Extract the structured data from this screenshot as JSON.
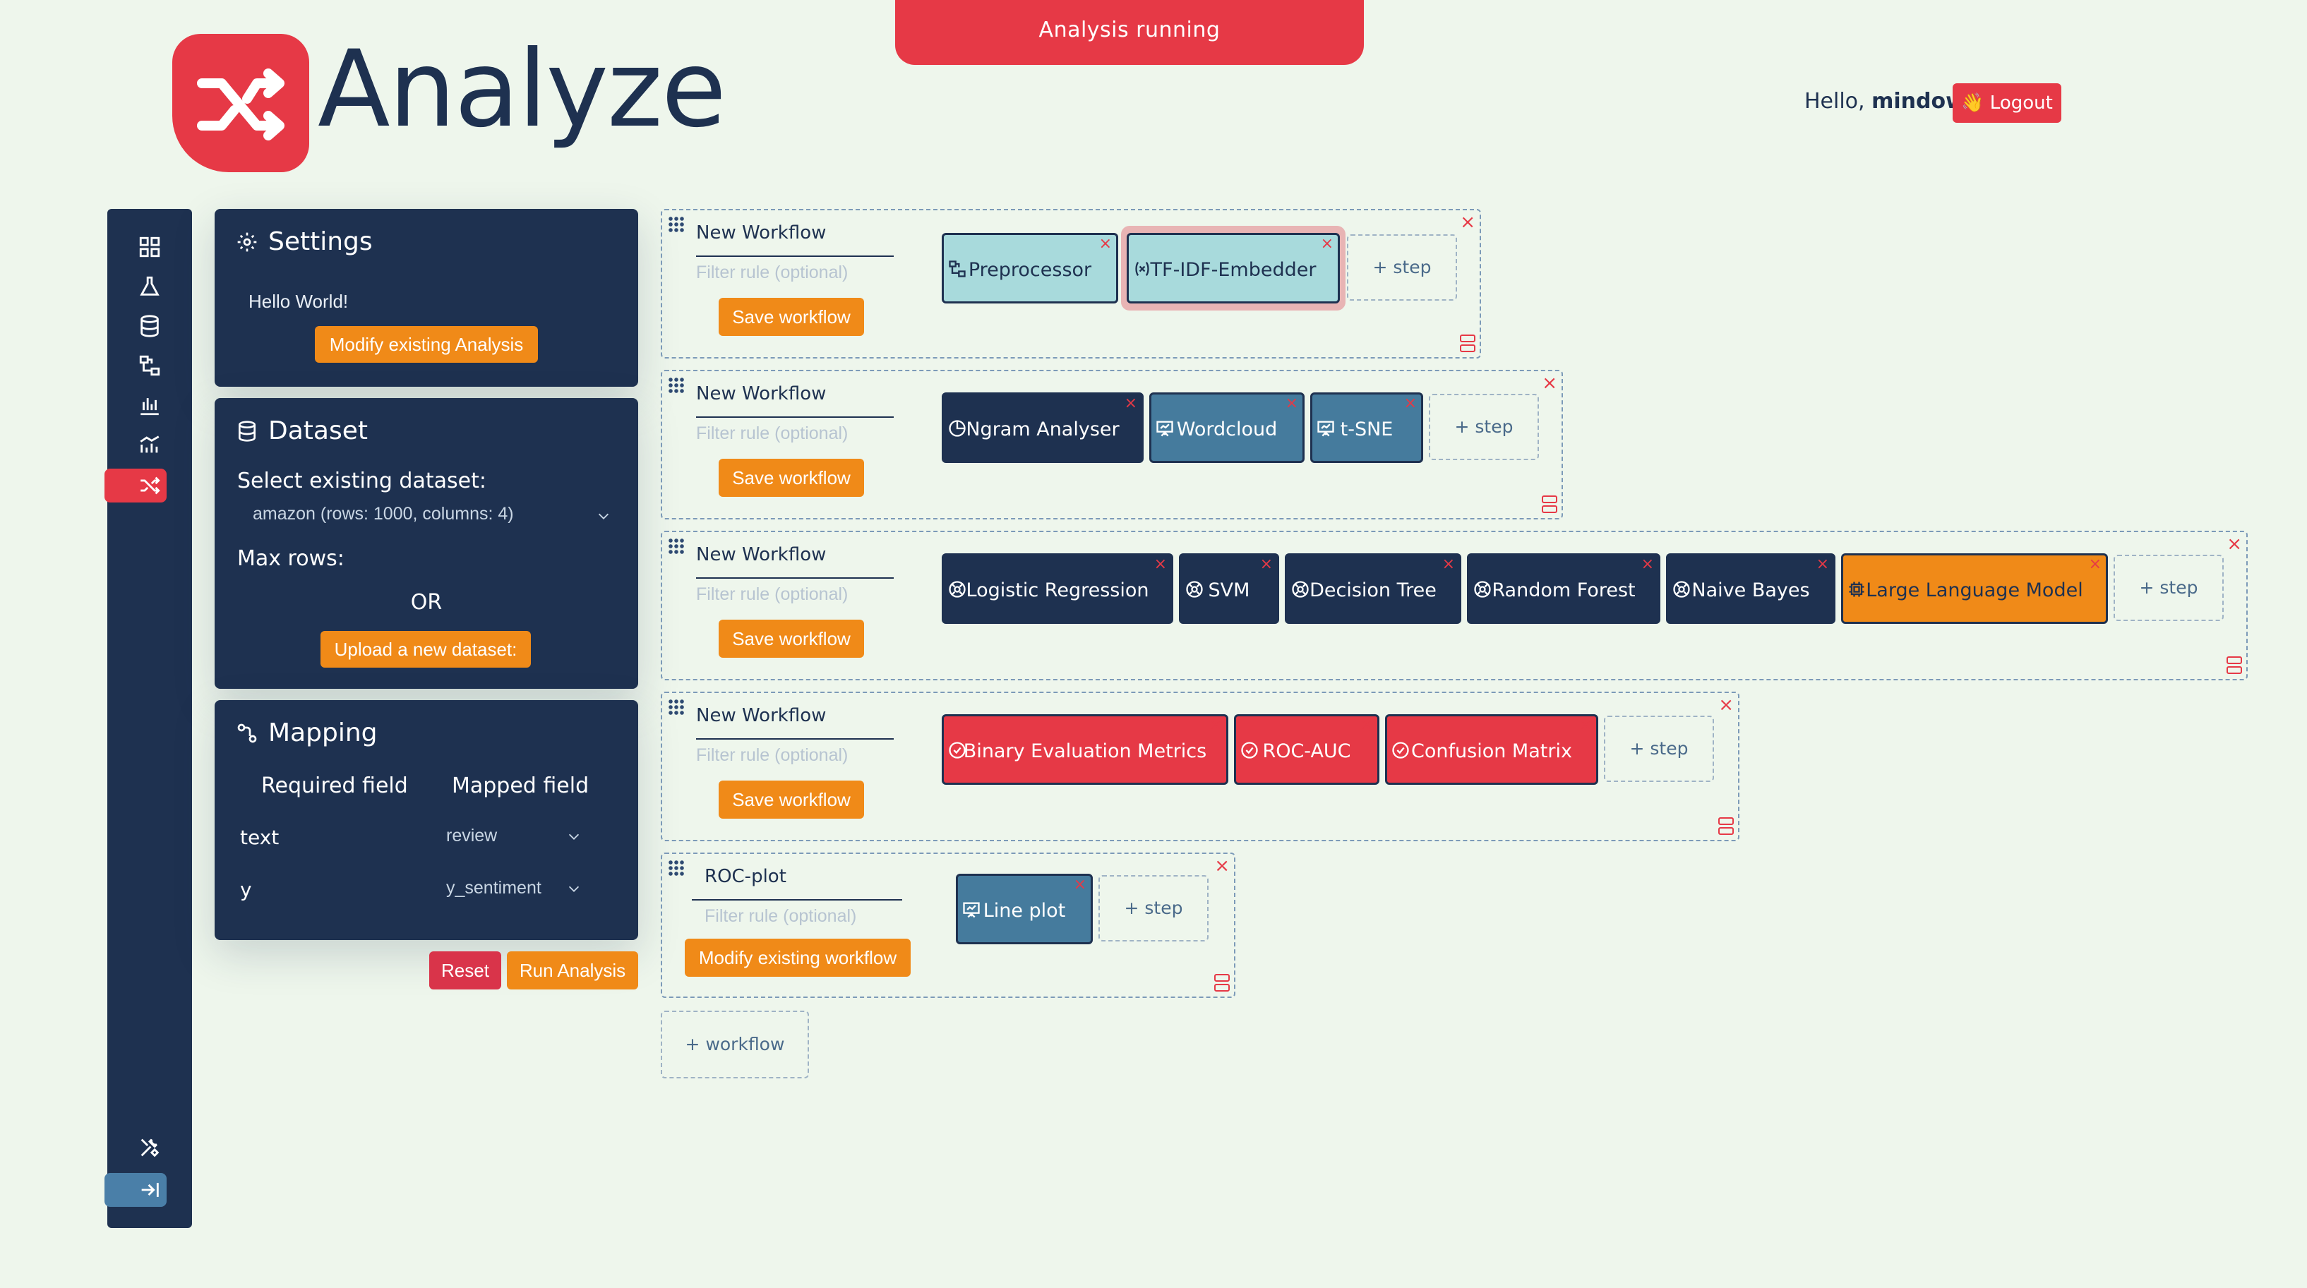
{
  "banner": {
    "status": "Analysis running"
  },
  "brand": {
    "name": "Analyze"
  },
  "header": {
    "greeting": "Hello,",
    "username": "mindow",
    "logout_label": "👋 Logout"
  },
  "colors": {
    "accent": "#e63946",
    "navy": "#1e3150",
    "orange": "#f08a18",
    "teal": "#a8dadc",
    "steel": "#457b9d",
    "background": "#eef6ec"
  },
  "rail": {
    "icons": [
      "grid-icon",
      "flask-icon",
      "database-icon",
      "dataflow-icon",
      "bar-chart-icon",
      "trend-chart-icon",
      "shuffle-icon",
      "tools-icon",
      "collapse-icon"
    ],
    "active": "shuffle-icon"
  },
  "settings": {
    "title": "Settings",
    "message": "Hello World!",
    "modify_button": "Modify existing Analysis"
  },
  "dataset": {
    "title": "Dataset",
    "select_label": "Select existing dataset:",
    "selected": "amazon (rows: 1000, columns: 4)",
    "max_rows_label": "Max rows:",
    "or_label": "OR",
    "upload_button": "Upload a new dataset:"
  },
  "mapping": {
    "title": "Mapping",
    "headers": [
      "Required field",
      "Mapped field"
    ],
    "rows": [
      {
        "field": "text",
        "mapped": "review"
      },
      {
        "field": "y",
        "mapped": "y_sentiment"
      }
    ]
  },
  "actions": {
    "reset": "Reset",
    "run": "Run Analysis"
  },
  "workflows": [
    {
      "name": "New Workflow",
      "filter_placeholder": "Filter rule (optional)",
      "button": "Save workflow",
      "steps": [
        {
          "label": "Preprocessor",
          "style": "teal",
          "icon": "dataflow-icon"
        },
        {
          "label": "TF-IDF-Embedder",
          "style": "teal",
          "icon": "variable-icon"
        }
      ],
      "add_step": "+ step"
    },
    {
      "name": "New Workflow",
      "filter_placeholder": "Filter rule (optional)",
      "button": "Save workflow",
      "steps": [
        {
          "label": "Ngram Analyser",
          "style": "navy",
          "icon": "pie-chart-icon"
        },
        {
          "label": "Wordcloud",
          "style": "blue",
          "icon": "presentation-icon"
        },
        {
          "label": "t-SNE",
          "style": "blue",
          "icon": "presentation-icon"
        }
      ],
      "add_step": "+ step"
    },
    {
      "name": "New Workflow",
      "filter_placeholder": "Filter rule (optional)",
      "button": "Save workflow",
      "steps": [
        {
          "label": "Logistic Regression",
          "style": "navy",
          "icon": "model-icon"
        },
        {
          "label": "SVM",
          "style": "navy",
          "icon": "model-icon"
        },
        {
          "label": "Decision Tree",
          "style": "navy",
          "icon": "model-icon"
        },
        {
          "label": "Random Forest",
          "style": "navy",
          "icon": "model-icon"
        },
        {
          "label": "Naive Bayes",
          "style": "navy",
          "icon": "model-icon"
        },
        {
          "label": "Large Language Model",
          "style": "orange",
          "icon": "chip-icon"
        }
      ],
      "add_step": "+ step"
    },
    {
      "name": "New Workflow",
      "filter_placeholder": "Filter rule (optional)",
      "button": "Save workflow",
      "steps": [
        {
          "label": "Binary Evaluation Metrics",
          "style": "red",
          "icon": "check-circle-icon"
        },
        {
          "label": "ROC-AUC",
          "style": "red",
          "icon": "check-circle-icon"
        },
        {
          "label": "Confusion Matrix",
          "style": "red",
          "icon": "check-circle-icon"
        }
      ],
      "add_step": "+ step"
    },
    {
      "name": "ROC-plot",
      "filter_placeholder": "Filter rule (optional)",
      "button": "Modify existing workflow",
      "steps": [
        {
          "label": "Line plot",
          "style": "blue",
          "icon": "presentation-icon"
        }
      ],
      "add_step": "+ step"
    }
  ],
  "add_workflow": "+ workflow"
}
